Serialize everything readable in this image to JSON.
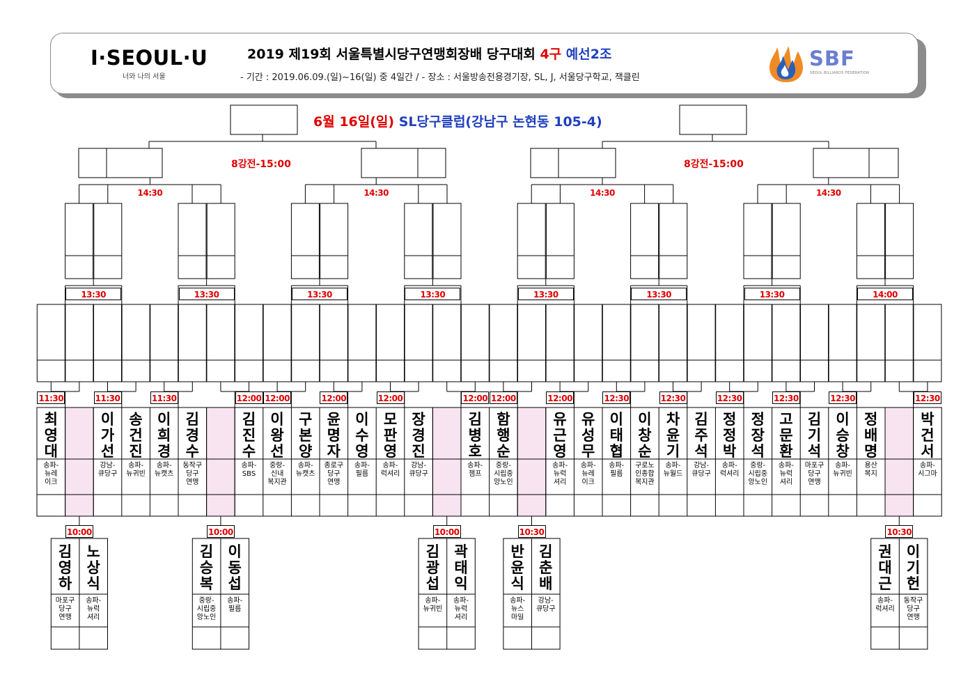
{
  "header": {
    "logo_left": "I·SEOUL·U",
    "logo_left_sub": "너와 나의 서울",
    "title_main": "2019 제19회 서울특별시당구연맹회장배 당구대회",
    "title_cue": "4구",
    "title_group": "예선2조",
    "period_line": "- 기간 : 2019.06.09.(일)~16(일) 중 4일간 / - 장소 : 서울방송전용경기장, SL, J, 서울당구학교, 잭클린",
    "logo_right": "SBF",
    "logo_right_sub": "SEOUL BILLIARDS FEDERATION"
  },
  "venue": {
    "date": "6월 16일(일)",
    "place": "SL당구클럽(강남구 논현동 105-4)"
  },
  "rounds": {
    "qf_left": "8강전-15:00",
    "qf_right": "8강전-15:00",
    "r16_times": [
      "14:30",
      "14:30",
      "14:30",
      "14:30"
    ],
    "r32_times": [
      "13:30",
      "13:30",
      "13:30",
      "13:30",
      "13:30",
      "13:30",
      "13:30",
      "14:00"
    ]
  },
  "main_slots": [
    {
      "time": "11:30",
      "name": "최영대",
      "club": "송파-\n뉴레\n이크",
      "bye": false
    },
    {
      "time": "",
      "name": "",
      "club": "",
      "bye": true
    },
    {
      "time": "11:30",
      "name": "이가선",
      "club": "강남-\n큐당구",
      "bye": false
    },
    {
      "time": "",
      "name": "송건진",
      "club": "송파-\n뉴귀빈",
      "bye": false
    },
    {
      "time": "11:30",
      "name": "이희경",
      "club": "송파-\n뉴캣츠",
      "bye": false
    },
    {
      "time": "",
      "name": "김경수",
      "club": "동작구\n당구\n연맹",
      "bye": false
    },
    {
      "time": "",
      "name": "",
      "club": "",
      "bye": true
    },
    {
      "time": "12:00",
      "name": "김진수",
      "club": "송파-\nSBS",
      "bye": false
    },
    {
      "time": "12:00",
      "name": "이왕선",
      "club": "중랑-\n신내\n복지관",
      "bye": false
    },
    {
      "time": "",
      "name": "구본양",
      "club": "송파-\n뉴캣츠",
      "bye": false
    },
    {
      "time": "12:00",
      "name": "윤명자",
      "club": "종로구\n당구\n연맹",
      "bye": false
    },
    {
      "time": "",
      "name": "이수영",
      "club": "송파-\n필름",
      "bye": false
    },
    {
      "time": "12:00",
      "name": "모판영",
      "club": "송파-\n럭셔리",
      "bye": false
    },
    {
      "time": "",
      "name": "장경진",
      "club": "강남-\n큐당구",
      "bye": false
    },
    {
      "time": "",
      "name": "",
      "club": "",
      "bye": true
    },
    {
      "time": "12:00",
      "name": "김병호",
      "club": "송파-\n챔프",
      "bye": false
    },
    {
      "time": "12:00",
      "name": "함행순",
      "club": "중랑-\n시립중\n앙노인",
      "bye": false
    },
    {
      "time": "",
      "name": "",
      "club": "",
      "bye": true
    },
    {
      "time": "12:00",
      "name": "유근영",
      "club": "송파-\n뉴럭\n셔리",
      "bye": false
    },
    {
      "time": "",
      "name": "유성무",
      "club": "송파-\n뉴레\n이크",
      "bye": false
    },
    {
      "time": "12:30",
      "name": "이태협",
      "club": "송파-\n필름",
      "bye": false
    },
    {
      "time": "",
      "name": "이창순",
      "club": "구로노\n인종합\n복지관",
      "bye": false
    },
    {
      "time": "12:30",
      "name": "차윤기",
      "club": "송파-\n뉴월드",
      "bye": false
    },
    {
      "time": "",
      "name": "김주석",
      "club": "강남-\n큐당구",
      "bye": false
    },
    {
      "time": "12:30",
      "name": "정정박",
      "club": "송파-\n럭셔리",
      "bye": false
    },
    {
      "time": "",
      "name": "정장석",
      "club": "중랑-\n시립중\n앙노인",
      "bye": false
    },
    {
      "time": "12:30",
      "name": "고문환",
      "club": "송파-\n뉴럭\n셔리",
      "bye": false
    },
    {
      "time": "",
      "name": "김기석",
      "club": "마포구\n당구\n연맹",
      "bye": false
    },
    {
      "time": "12:30",
      "name": "이승창",
      "club": "송파-\n뉴귀빈",
      "bye": false
    },
    {
      "time": "",
      "name": "정배명",
      "club": "용산\n복지",
      "bye": false
    },
    {
      "time": "",
      "name": "",
      "club": "",
      "bye": true
    },
    {
      "time": "12:30",
      "name": "박건서",
      "club": "송파-\n시그마",
      "bye": false
    }
  ],
  "prelim_groups": [
    {
      "feeds_slot": 1,
      "time": "10:00",
      "players": [
        {
          "name": "김영하",
          "club": "마포구\n당구\n연맹"
        },
        {
          "name": "노상식",
          "club": "송파-\n뉴럭\n셔리"
        }
      ]
    },
    {
      "feeds_slot": 6,
      "time": "10:00",
      "players": [
        {
          "name": "김승복",
          "club": "중랑-\n시립중\n앙노인"
        },
        {
          "name": "이동섭",
          "club": "송파-\n필름"
        }
      ]
    },
    {
      "feeds_slot": 14,
      "time": "10:00",
      "players": [
        {
          "name": "김광섭",
          "club": "송파-\n뉴귀빈"
        },
        {
          "name": "곽태익",
          "club": "송파-\n뉴럭\n셔리"
        }
      ]
    },
    {
      "feeds_slot": 17,
      "time": "10:30",
      "players": [
        {
          "name": "반윤식",
          "club": "송파-\n뉴스\n마일"
        },
        {
          "name": "김춘배",
          "club": "강남-\n큐당구"
        }
      ]
    },
    {
      "feeds_slot": 30,
      "time": "10:30",
      "players": [
        {
          "name": "권대근",
          "club": "송파-\n럭셔리"
        },
        {
          "name": "이기헌",
          "club": "동작구\n당구\n연맹"
        }
      ]
    }
  ],
  "colors": {
    "time_red": "#e00000",
    "blue": "#1f3fbf",
    "bye_pink": "#f8e4f0"
  }
}
